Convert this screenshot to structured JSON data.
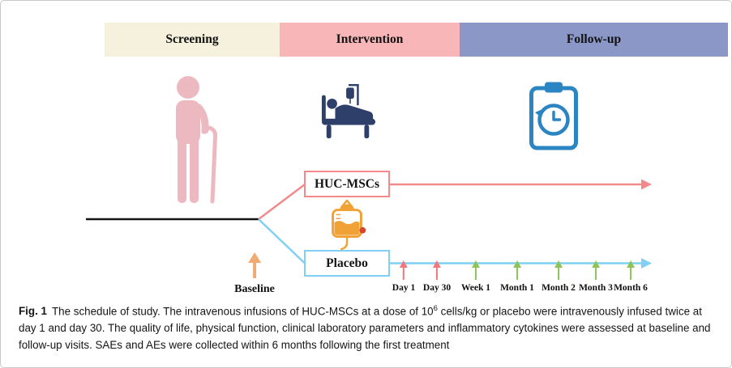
{
  "phases": [
    {
      "label": "Screening",
      "bg": "#f5f1dd"
    },
    {
      "label": "Intervention",
      "bg": "#f8b6b8"
    },
    {
      "label": "Follow-up",
      "bg": "#8b98c7"
    }
  ],
  "arms": [
    {
      "label": "HUC-MSCs",
      "color": "#f28a8c"
    },
    {
      "label": "Placebo",
      "color": "#7fd0f2"
    }
  ],
  "trunk_color": "#131313",
  "baseline": {
    "label": "Baseline",
    "arrow_color": "#f0aa72"
  },
  "timepoints": [
    {
      "label": "Day 1",
      "color": "#f2767c"
    },
    {
      "label": "Day 30",
      "color": "#f2767c"
    },
    {
      "label": "Week 1",
      "color": "#8cc456"
    },
    {
      "label": "Month 1",
      "color": "#8cc456"
    },
    {
      "label": "Month 2",
      "color": "#8cc456"
    },
    {
      "label": "Month 3",
      "color": "#8cc456"
    },
    {
      "label": "Month 6",
      "color": "#8cc456"
    }
  ],
  "icons": {
    "patient": {
      "name": "patient-with-cane-icon",
      "color": "#ecb9c1"
    },
    "bed": {
      "name": "hospital-bed-icon",
      "color": "#2e3f69"
    },
    "followup": {
      "name": "clipboard-history-icon",
      "color": "#2a85c2"
    },
    "ivbag": {
      "name": "iv-bag-icon",
      "color": "#f0a236",
      "accent": "#d6452f"
    }
  },
  "caption": {
    "fig_label": "Fig. 1",
    "part1": "The schedule of study. The intravenous infusions of HUC-MSCs at a dose of 10",
    "superscript": "6",
    "part2": " cells/kg or placebo were intravenously infused twice at day 1 and day 30. The quality of life, physical function, clinical laboratory parameters and inflammatory cytokines were assessed at baseline and follow-up visits. SAEs and AEs were collected within 6 months following the first treatment"
  }
}
